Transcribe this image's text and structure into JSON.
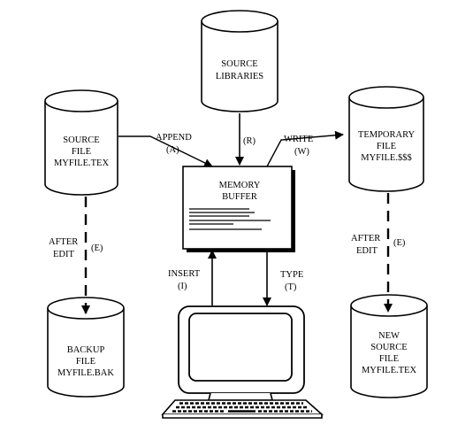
{
  "cylinders": {
    "source_libraries": {
      "lines": [
        "SOURCE",
        "LIBRARIES"
      ]
    },
    "source_file": {
      "lines": [
        "SOURCE",
        "FILE",
        "MYFILE.TEX"
      ]
    },
    "temporary_file": {
      "lines": [
        "TEMPORARY",
        "FILE",
        "MYFILE.$$$"
      ]
    },
    "backup_file": {
      "lines": [
        "BACKUP",
        "FILE",
        "MYFILE.BAK"
      ]
    },
    "new_source_file": {
      "lines": [
        "NEW",
        "SOURCE",
        "FILE",
        "MYFILE.TEX"
      ]
    }
  },
  "memory_buffer": {
    "lines": [
      "MEMORY",
      "BUFFER"
    ]
  },
  "arrows": {
    "append": {
      "label": "APPEND",
      "key": "(A)"
    },
    "read": {
      "key": "(R)"
    },
    "write": {
      "label": "WRITE",
      "key": "(W)"
    },
    "left_edit": {
      "label1": "AFTER",
      "label2": "EDIT",
      "key": "(E)"
    },
    "right_edit": {
      "label1": "AFTER",
      "label2": "EDIT",
      "key": "(E)"
    },
    "insert": {
      "label": "INSERT",
      "key": "(I)"
    },
    "type": {
      "label": "TYPE",
      "key": "(T)"
    }
  }
}
